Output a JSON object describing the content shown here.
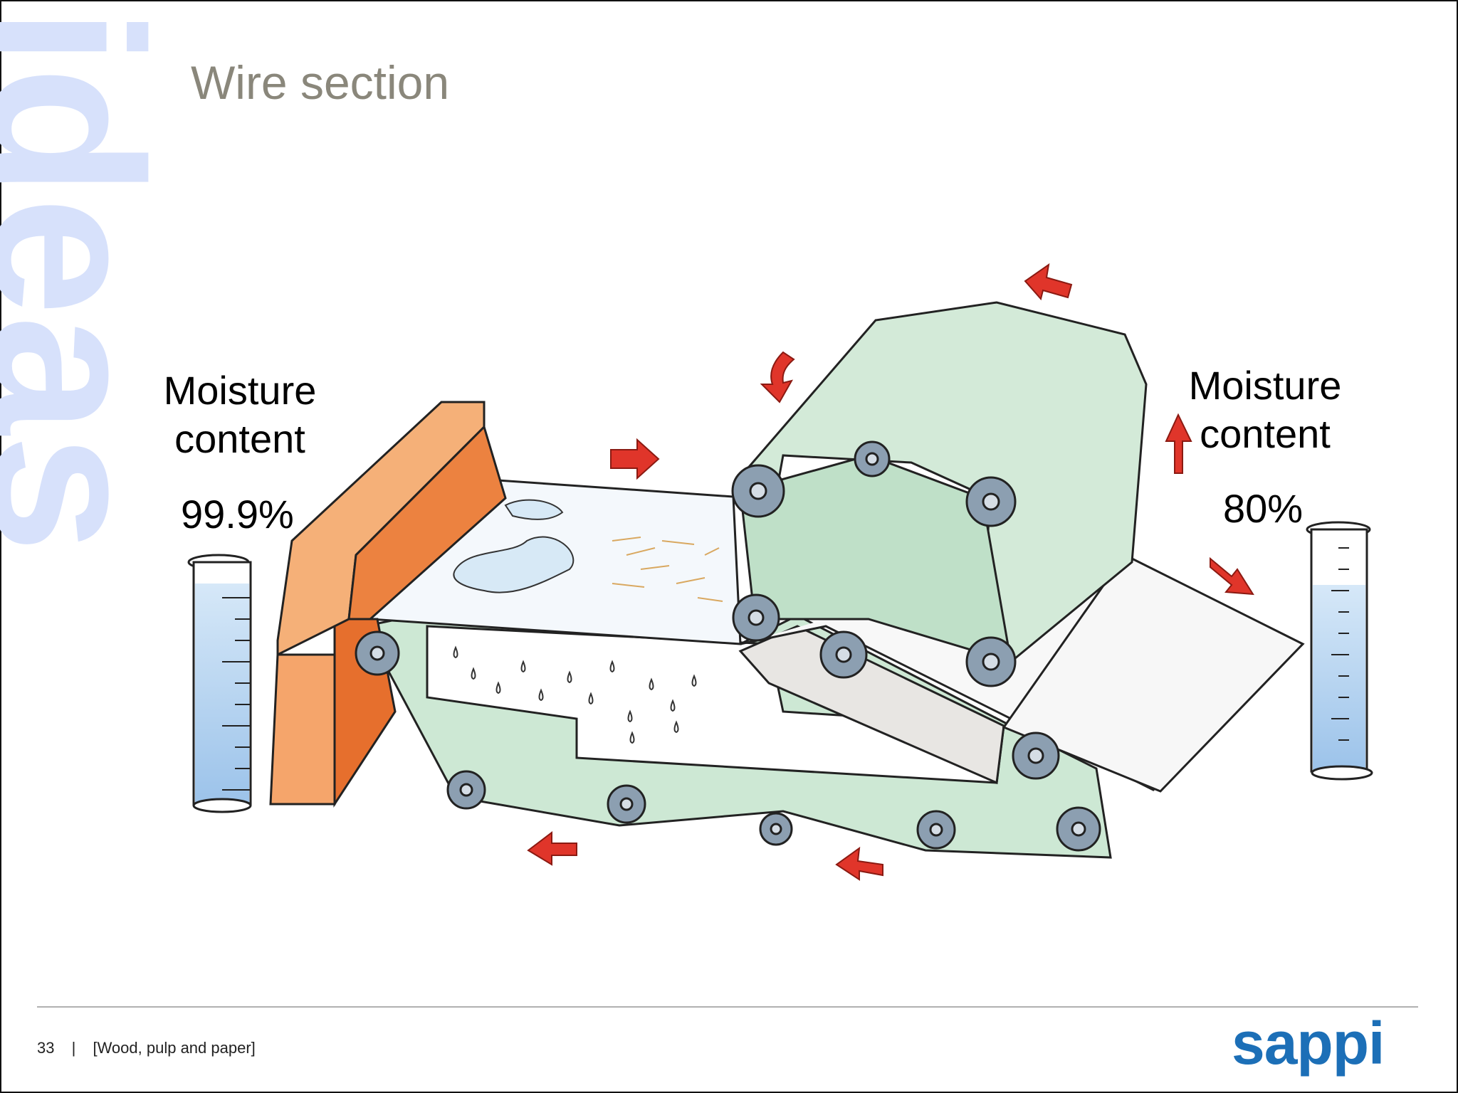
{
  "slide": {
    "title": "Wire section",
    "watermark_text": "ideas",
    "left_label": "Moisture content",
    "left_value": "99.9%",
    "right_label": "Moisture content",
    "right_value": "80%",
    "page_number": "33",
    "separator": "|",
    "footer_text": "[Wood, pulp and paper]",
    "logo": "sappi"
  },
  "colors": {
    "title": "#8a877b",
    "watermark": "#d7e1fb",
    "logo": "#1c6fb7",
    "headbox": "#f29a5e",
    "wire": "#cfe8d6",
    "roll": "#8a9eb0",
    "arrow": "#e0352a",
    "water": "#a9cdee"
  },
  "icons": [
    "headbox",
    "wire-loop",
    "felt-loop",
    "roll",
    "water-drop",
    "arrow",
    "measuring-cylinder"
  ]
}
